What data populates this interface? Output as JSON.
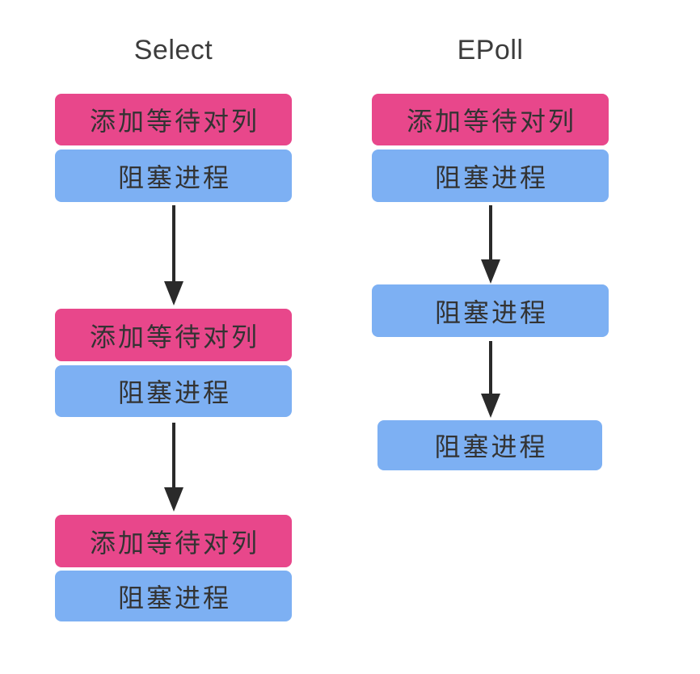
{
  "diagram": {
    "background": "#ffffff",
    "colors": {
      "pink_box": "#e8478b",
      "blue_box": "#7db0f3",
      "arrow": "#2a2a2a",
      "title_text": "#3c3c3c",
      "box_text": "#333333"
    },
    "columns": [
      {
        "title": "Select",
        "nodes": [
          {
            "kind": "box",
            "variant": "pink",
            "label": "添加等待对列"
          },
          {
            "kind": "box",
            "variant": "blue",
            "label": "阻塞进程"
          },
          {
            "kind": "arrow-down"
          },
          {
            "kind": "box",
            "variant": "pink",
            "label": "添加等待对列"
          },
          {
            "kind": "box",
            "variant": "blue",
            "label": "阻塞进程"
          },
          {
            "kind": "arrow-down"
          },
          {
            "kind": "box",
            "variant": "pink",
            "label": "添加等待对列"
          },
          {
            "kind": "box",
            "variant": "blue",
            "label": "阻塞进程"
          }
        ]
      },
      {
        "title": "EPoll",
        "nodes": [
          {
            "kind": "box",
            "variant": "pink",
            "label": "添加等待对列"
          },
          {
            "kind": "box",
            "variant": "blue",
            "label": "阻塞进程"
          },
          {
            "kind": "arrow-down"
          },
          {
            "kind": "box",
            "variant": "blue",
            "label": "阻塞进程"
          },
          {
            "kind": "arrow-down"
          },
          {
            "kind": "box",
            "variant": "blue",
            "label": "阻塞进程"
          }
        ]
      }
    ]
  }
}
